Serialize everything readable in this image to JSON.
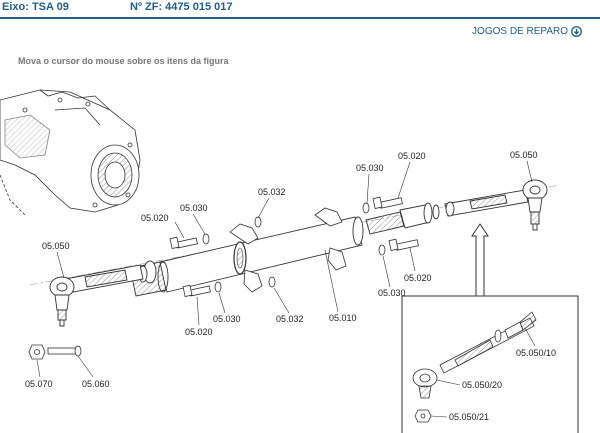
{
  "header": {
    "axle": "Eixo: TSA 09",
    "zf_number": "Nº ZF: 4475 015 017",
    "accent_color": "#1f5c8a"
  },
  "repair_kits_link": {
    "label": "JOGOS DE REPARO",
    "icon": "circle-arrow-down-icon"
  },
  "instruction": "Mova o cursor do mouse sobre os itens da figura",
  "callouts": {
    "p05_050_right": "05.050",
    "p05_020_top": "05.020",
    "p05_030_top": "05.030",
    "p05_032_top": "05.032",
    "p05_030_left": "05.030",
    "p05_020_left": "05.020",
    "p05_050_left": "05.050",
    "p05_020_right": "05.020",
    "p05_030_right": "05.030",
    "p05_010": "05.010",
    "p05_032_bottom": "05.032",
    "p05_030_bottom": "05.030",
    "p05_020_bottom": "05.020",
    "p05_070": "05.070",
    "p05_060": "05.060",
    "p05_050_10": "05.050/10",
    "p05_050_20": "05.050/20",
    "p05_050_21": "05.050/21"
  }
}
